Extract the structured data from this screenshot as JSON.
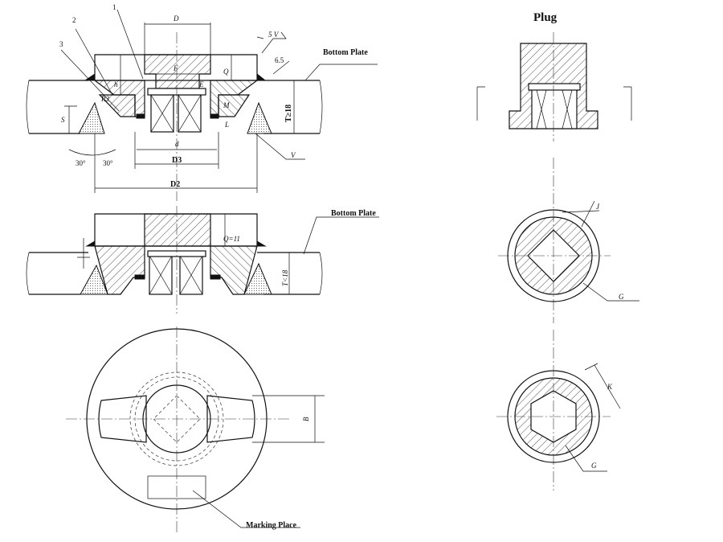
{
  "title": "Plug",
  "labels": {
    "bottom_plate_1": "Bottom Plate",
    "bottom_plate_2": "Bottom Plate",
    "marking_place": "Marking Place",
    "D": "D",
    "D2": "D2",
    "D3": "D3",
    "d": "d",
    "F": "F",
    "h": "h",
    "Q": "Q",
    "Q11": "Q=11",
    "S": "S",
    "R3": "R3",
    "M": "M",
    "L": "L",
    "E": "E",
    "T18": "T≥18",
    "Tlt18": "T<18",
    "B": "B",
    "J": "J",
    "K": "K",
    "G1": "G",
    "G2": "G",
    "V1": "V",
    "V2": "5 V",
    "v65": "6.5",
    "ang1": "30°",
    "ang2": "30°",
    "n1": "1",
    "n2": "2",
    "n3": "3"
  }
}
